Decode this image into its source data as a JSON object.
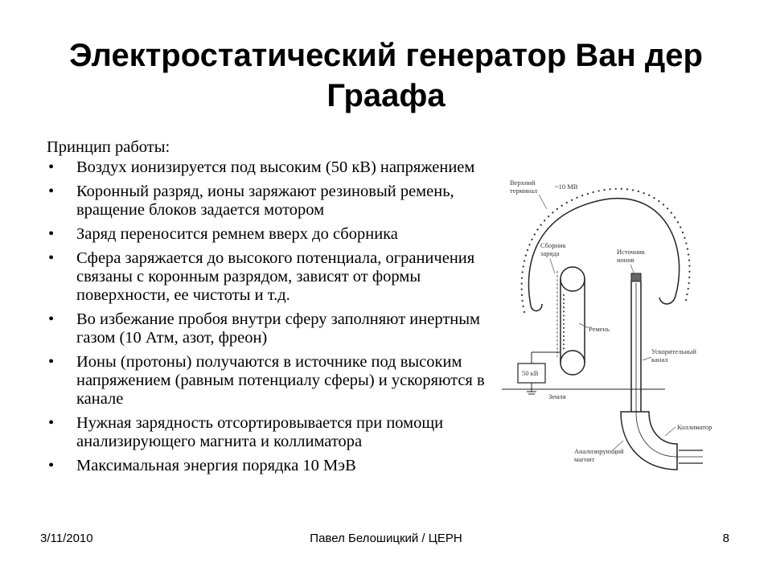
{
  "slide": {
    "title": "Электростатический генератор Ван дер Граафа",
    "intro": "Принцип работы:",
    "bullets": [
      "Воздух ионизируется под высоким (50 кВ) напряжением",
      "Коронный разряд, ионы заряжают резиновый ремень, вращение блоков задается мотором",
      "Заряд переносится ремнем вверх до сборника",
      "Сфера заряжается до высокого потенциала, ограничения связаны с коронным разрядом, зависят от формы поверхности, ее чистоты и т.д.",
      "Во избежание пробоя внутри сферу заполняют инертным газом (10 Атм, азот, фреон)",
      "Ионы (протоны) получаются в источнике под высоким напряжением (равным потенциалу сферы) и ускоряются в канале",
      "Нужная зарядность отсортировывается при помощи анализирующего магнита и коллиматора",
      "Максимальная энергия порядка 10 МэВ"
    ]
  },
  "diagram": {
    "label_terminal_1": "Верхний",
    "label_terminal_2": "терминал",
    "label_voltage": "~10 МВ",
    "label_collector_1": "Сборник",
    "label_collector_2": "заряда",
    "label_source_1": "Источник",
    "label_source_2": "ионов",
    "label_belt": "Ремень",
    "label_channel_1": "Ускорительный",
    "label_channel_2": "канал",
    "label_supply": "50 кВ",
    "label_ground": "Земля",
    "label_collimator": "Коллиматор",
    "label_magnet_1": "Анализирующий",
    "label_magnet_2": "магнит"
  },
  "footer": {
    "date": "3/11/2010",
    "author": "Павел Белошицкий / ЦЕРН",
    "page": "8"
  }
}
